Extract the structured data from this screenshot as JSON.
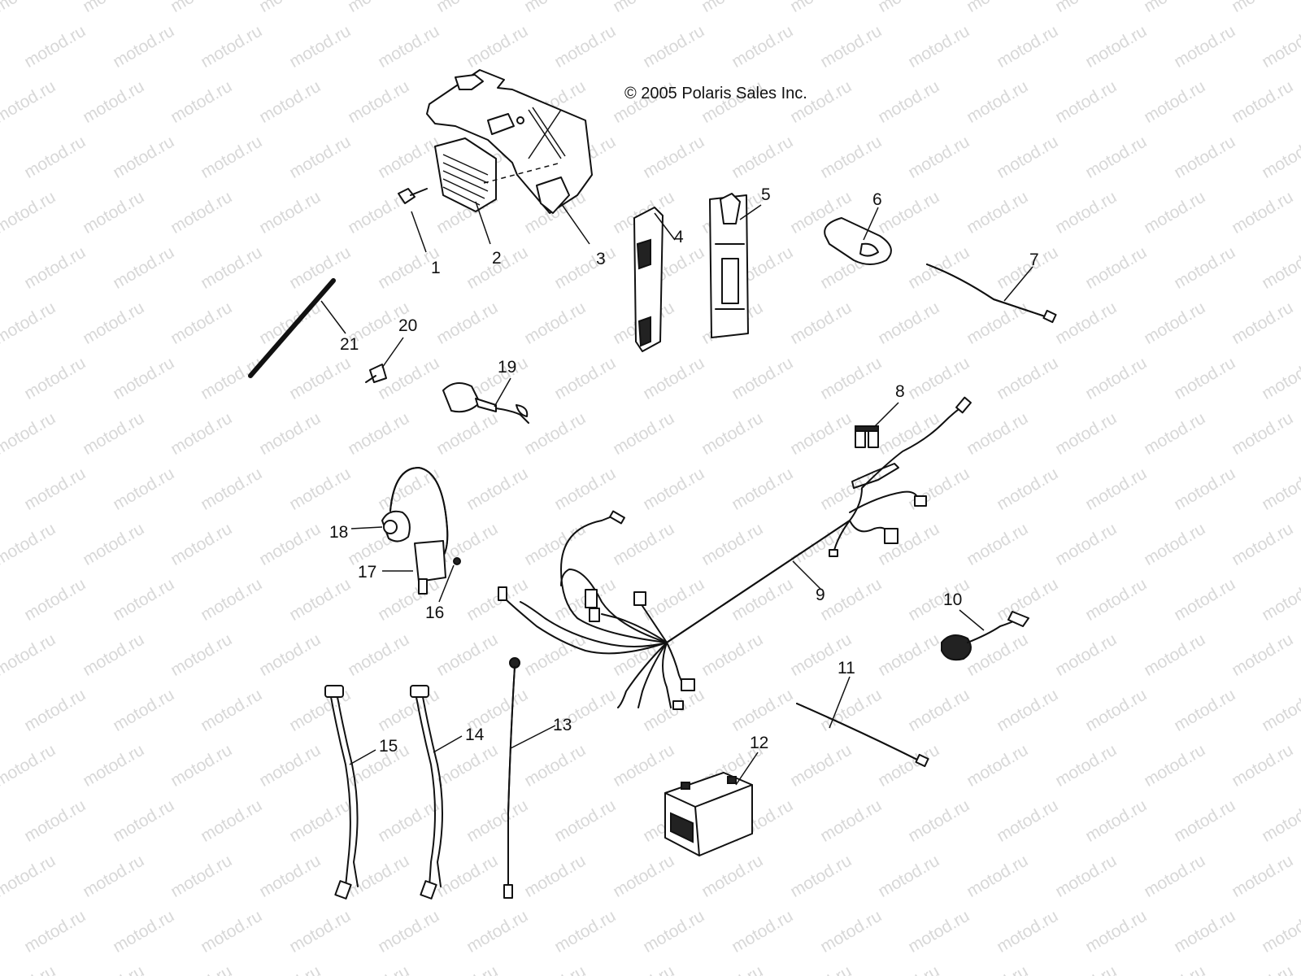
{
  "copyright": "© 2005 Polaris Sales Inc.",
  "watermark": "motod.ru",
  "callouts": [
    "1",
    "2",
    "3",
    "4",
    "5",
    "6",
    "7",
    "8",
    "9",
    "10",
    "11",
    "12",
    "13",
    "14",
    "15",
    "16",
    "17",
    "18",
    "19",
    "20",
    "21"
  ]
}
